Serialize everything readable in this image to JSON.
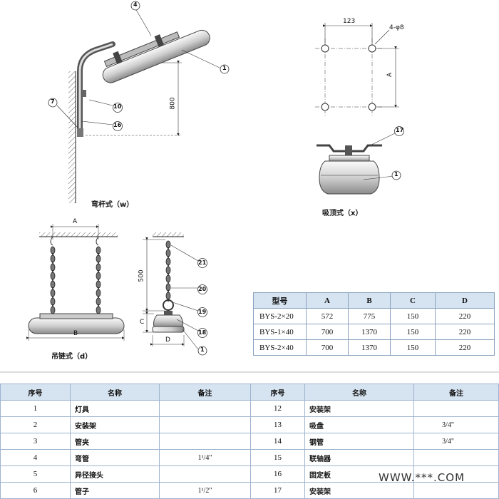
{
  "views": {
    "wall_bracket": {
      "caption": "弯杆式（w）",
      "dim_vertical": "800",
      "callouts": [
        "4",
        "1",
        "7",
        "10",
        "16"
      ]
    },
    "ceiling": {
      "caption": "吸顶式（x）",
      "dim_horizontal": "123",
      "hole_spec": "4-φ8",
      "dim_vertical": "A",
      "callouts": [
        "17",
        "1"
      ]
    },
    "chain_double": {
      "caption": "吊链式（d）",
      "dim_top": "A",
      "dim_bottom": "B"
    },
    "chain_single": {
      "dim_vertical": "500",
      "dim_c": "C",
      "dim_d": "D",
      "callouts": [
        "21",
        "20",
        "19",
        "18",
        "1"
      ]
    }
  },
  "spec_table": {
    "headers": [
      "型号",
      "A",
      "B",
      "C",
      "D"
    ],
    "rows": [
      [
        "BYS-2×20",
        "572",
        "775",
        "150",
        "220"
      ],
      [
        "BYS-1×40",
        "700",
        "1370",
        "150",
        "220"
      ],
      [
        "BYS-2×40",
        "700",
        "1370",
        "150",
        "220"
      ]
    ]
  },
  "parts_table": {
    "headers": [
      "序号",
      "名称",
      "备注",
      "序号",
      "名称",
      "备注"
    ],
    "rows": [
      {
        "n1": "1",
        "name1": "灯具",
        "rem1": "",
        "n2": "12",
        "name2": "安装架",
        "rem2": ""
      },
      {
        "n1": "2",
        "name1": "安装架",
        "rem1": "",
        "n2": "13",
        "name2": "吸盘",
        "rem2": "3/4\""
      },
      {
        "n1": "3",
        "name1": "管夹",
        "rem1": "",
        "n2": "14",
        "name2": "钢管",
        "rem2": "3/4\""
      },
      {
        "n1": "4",
        "name1": "弯管",
        "rem1": "1¹/4\"",
        "n2": "15",
        "name2": "联轴器",
        "rem2": ""
      },
      {
        "n1": "5",
        "name1": "异径接头",
        "rem1": "",
        "n2": "16",
        "name2": "固定板",
        "rem2": ""
      },
      {
        "n1": "6",
        "name1": "管子",
        "rem1": "1¹/2\"",
        "n2": "17",
        "name2": "安装架",
        "rem2": ""
      }
    ]
  },
  "watermark": "WWW.***.COM"
}
